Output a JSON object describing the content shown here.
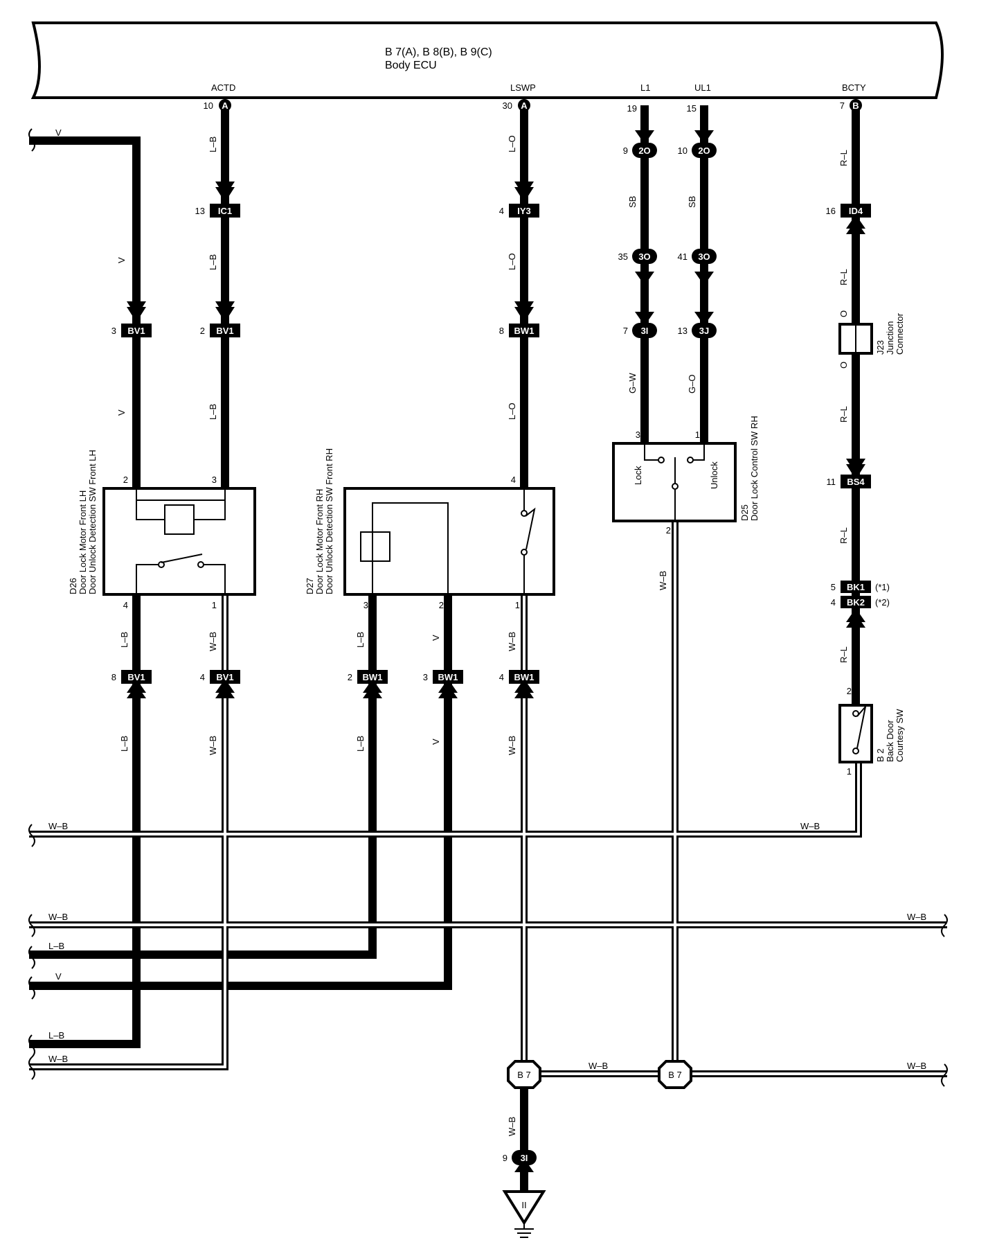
{
  "ecu": {
    "ref": "B 7(A), B 8(B), B 9(C)",
    "name": "Body ECU"
  },
  "signals": {
    "actd": "ACTD",
    "lswp": "LSWP",
    "l1": "L1",
    "ul1": "UL1",
    "bcty": "BCTY"
  },
  "ecu_pins": {
    "actd": {
      "num": "10",
      "conn": "A"
    },
    "lswp": {
      "num": "30",
      "conn": "A"
    },
    "l1": {
      "num": "19"
    },
    "ul1": {
      "num": "15"
    },
    "bcty": {
      "num": "7",
      "conn": "B"
    }
  },
  "wire_colors": {
    "v": "V",
    "lb": "L–B",
    "lo": "L–O",
    "sb": "SB",
    "rl": "R–L",
    "wb": "W–B",
    "gw": "G–W",
    "go": "G–O",
    "o": "O"
  },
  "connectors": {
    "ic1": {
      "pin": "13",
      "id": "IC1"
    },
    "iy3": {
      "pin": "4",
      "id": "IY3"
    },
    "id4": {
      "pin": "16",
      "id": "ID4"
    },
    "bv1_a": {
      "pin": "3",
      "id": "BV1"
    },
    "bv1_b": {
      "pin": "2",
      "id": "BV1"
    },
    "bw1_a": {
      "pin": "8",
      "id": "BW1"
    },
    "bs4": {
      "pin": "11",
      "id": "BS4"
    },
    "bk1": {
      "pin": "5",
      "id": "BK1",
      "note": "(*1)"
    },
    "bk2": {
      "pin": "4",
      "id": "BK2",
      "note": "(*2)"
    },
    "bv1_c": {
      "pin": "8",
      "id": "BV1"
    },
    "bv1_d": {
      "pin": "4",
      "id": "BV1"
    },
    "bw1_b": {
      "pin": "2",
      "id": "BW1"
    },
    "bw1_c": {
      "pin": "3",
      "id": "BW1"
    },
    "bw1_d": {
      "pin": "4",
      "id": "BW1"
    },
    "c2o_l": {
      "pin": "9",
      "id": "2O"
    },
    "c2o_u": {
      "pin": "10",
      "id": "2O"
    },
    "c3o_l": {
      "pin": "35",
      "id": "3O"
    },
    "c3o_u": {
      "pin": "41",
      "id": "3O"
    },
    "c3i_l": {
      "pin": "7",
      "id": "3I"
    },
    "c3j_u": {
      "pin": "13",
      "id": "3J"
    },
    "c3i_g": {
      "pin": "9",
      "id": "3I"
    }
  },
  "components": {
    "d26": {
      "ref": "D26",
      "line1": "Door Lock Motor Front LH",
      "line2": "Door Unlock Detection SW Front LH",
      "pins": [
        "2",
        "3",
        "4",
        "1"
      ]
    },
    "d27": {
      "ref": "D27",
      "line1": "Door Lock Motor Front RH",
      "line2": "Door Unlock Detection SW Front RH",
      "pins": [
        "4",
        "3",
        "2",
        "1"
      ]
    },
    "d25": {
      "ref": "D25",
      "line1": "Door Lock Control SW RH",
      "lock": "Lock",
      "unlock": "Unlock",
      "pins": [
        "3",
        "1",
        "2"
      ]
    },
    "j23": {
      "ref": "J23",
      "line1": "Junction",
      "line2": "Connector"
    },
    "b2": {
      "ref": "B 2",
      "line1": "Back Door",
      "line2": "Courtesy SW",
      "pins": [
        "2",
        "1"
      ]
    }
  },
  "ground_points": {
    "b7": "B 7",
    "ground_sym": "II"
  }
}
